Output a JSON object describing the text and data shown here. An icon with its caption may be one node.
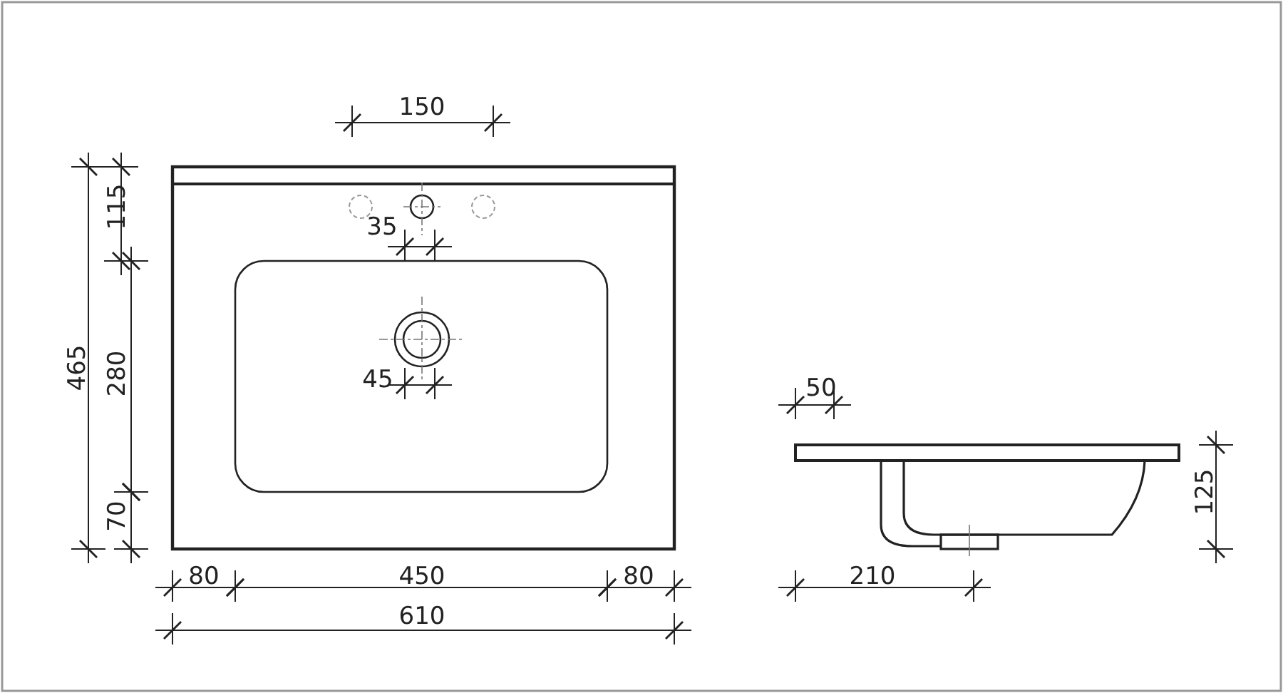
{
  "diagram": {
    "labels": [
      "150",
      "115",
      "35",
      "465",
      "280",
      "45",
      "50",
      "125",
      "70",
      "80",
      "450",
      "80",
      "210",
      "610"
    ]
  }
}
